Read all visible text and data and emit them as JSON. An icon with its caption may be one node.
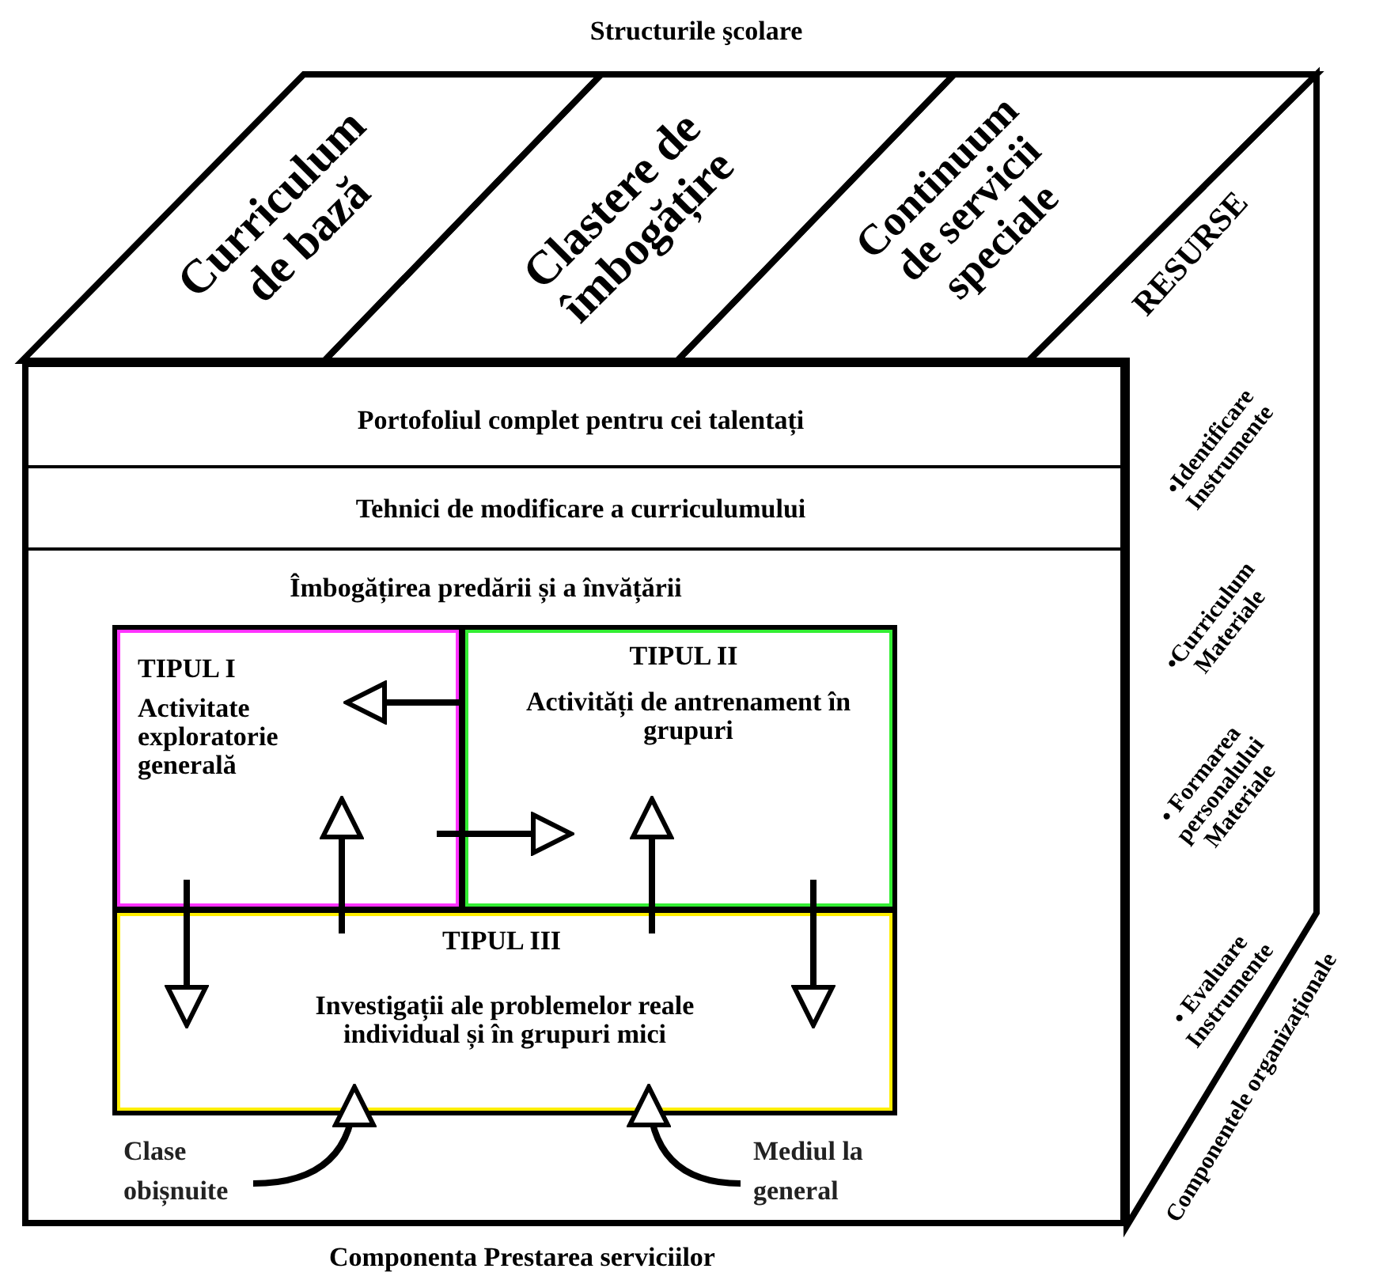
{
  "diagram": {
    "nodes": [
      {
        "text": [
          "Curriculum de bază"
        ]
      },
      {
        "text": [
          "Clastere de îmbogățire"
        ]
      },
      {
        "text": [
          "Continuum de servicii speciale"
        ]
      },
      {
        "text": [
          "RESURSE",
          "•Identificare Instrumente",
          "•Curriculum Materiale",
          "• Formarea personalului Materiale",
          "• Evaluare Instrumente"
        ]
      },
      {
        "text": [
          "Portofoliul complet pentru cei talentați"
        ]
      },
      {
        "text": [
          "Tehnici de modificare a curriculumului"
        ]
      },
      {
        "text": [
          "Îmbogățirea predării și a învățării"
        ]
      },
      {
        "text": [
          "TIPUL I",
          "Activitate exploratorie generală"
        ],
        "in": 6
      },
      {
        "text": [
          "TIPUL II",
          "Activități de antrenament în grupuri"
        ],
        "in": 6
      },
      {
        "text": [
          "TIPUL III",
          "Investigații ale problemelor reale individual și în grupuri mici"
        ],
        "in": 6
      },
      {
        "text": [
          "Clase obișnuite"
        ],
        "in": 6
      },
      {
        "text": [
          "Mediul la general"
        ],
        "in": 6
      }
    ],
    "edges": [
      {
        "from": 8,
        "to": 7,
        "arrow": "to"
      },
      {
        "from": 7,
        "to": 8,
        "arrow": "to"
      },
      {
        "from": 9,
        "to": 7,
        "arrow": "to"
      },
      {
        "from": 9,
        "to": 8,
        "arrow": "to"
      },
      {
        "from": 7,
        "to": 9,
        "arrow": "to"
      },
      {
        "from": 8,
        "to": 9,
        "arrow": "to"
      },
      {
        "from": 10,
        "to": 9,
        "arrow": "to"
      },
      {
        "from": 11,
        "to": 9,
        "arrow": "to"
      }
    ],
    "labels": [
      "Structurile şcolare",
      "Componenta Prestarea serviciilor",
      "Componentele organizaționale"
    ]
  }
}
